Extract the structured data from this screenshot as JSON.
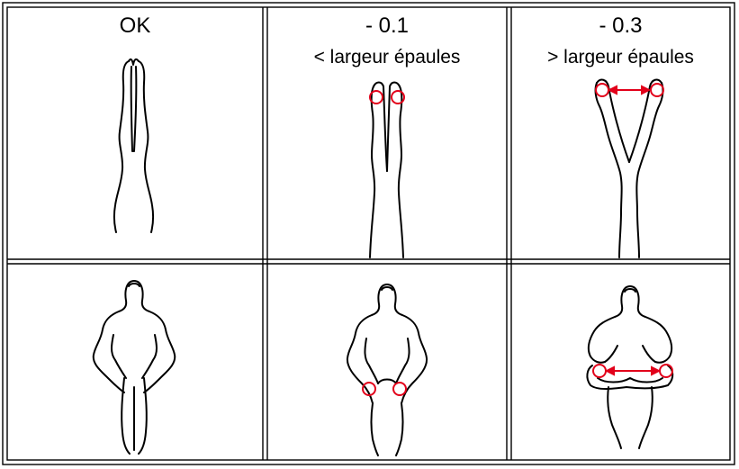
{
  "columns": [
    {
      "title": "OK",
      "subtitle": ""
    },
    {
      "title": "- 0.1",
      "subtitle": "< largeur épaules"
    },
    {
      "title": "- 0.3",
      "subtitle": "> largeur épaules"
    }
  ],
  "colors": {
    "border": "#000000",
    "outline": "#000000",
    "marker": "#e2001a"
  },
  "icons": {
    "legs-together": "figure-legs-together-icon",
    "legs-slightly-apart": "figure-legs-slightly-apart-icon",
    "legs-wide-v": "figure-legs-wide-v-icon",
    "back-legs-together": "figure-back-legs-together-icon",
    "back-knees-apart": "figure-back-knees-apart-icon",
    "back-straddle-wide": "figure-back-straddle-wide-icon"
  }
}
